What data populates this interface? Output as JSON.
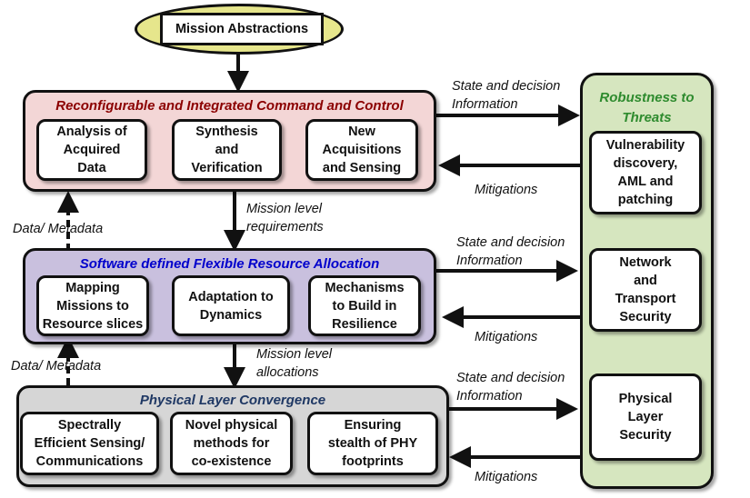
{
  "top": {
    "title": "Mission Abstractions"
  },
  "c2": {
    "title": "Reconfigurable and Integrated Command and Control",
    "boxes": [
      "Analysis of\nAcquired\nData",
      "Synthesis\nand\nVerification",
      "New\nAcquisitions\nand Sensing"
    ]
  },
  "sdra": {
    "title": "Software defined Flexible Resource Allocation",
    "boxes": [
      "Mapping\nMissions to\nResource slices",
      "Adaptation to\nDynamics",
      "Mechanisms\nto Build in\nResilience"
    ]
  },
  "phy": {
    "title": "Physical Layer Convergence",
    "boxes": [
      "Spectrally\nEfficient Sensing/\nCommunications",
      "Novel physical\nmethods for\nco-existence",
      "Ensuring\nstealth of PHY\nfootprints"
    ]
  },
  "robust": {
    "title": "Robustness to\nThreats",
    "boxes": [
      "Vulnerability\ndiscovery,\nAML and\npatching",
      "Network\nand\nTransport\nSecurity",
      "Physical\nLayer\nSecurity"
    ]
  },
  "labels": {
    "state_decision": "State and decision\nInformation",
    "mitigations": "Mitigations",
    "data_metadata": "Data/ Metadata",
    "mission_req": "Mission level\nrequirements",
    "mission_alloc": "Mission level\nallocations"
  },
  "colors": {
    "top_fill": "#e6e68c",
    "c2_fill": "#f3d6d6",
    "c2_title": "#8b0000",
    "sdra_fill": "#c9c0de",
    "sdra_title": "#0000cc",
    "phy_fill": "#d6d6d6",
    "phy_title": "#1f3864",
    "robust_fill": "#d6e6bf",
    "robust_title": "#2e8b2e"
  }
}
